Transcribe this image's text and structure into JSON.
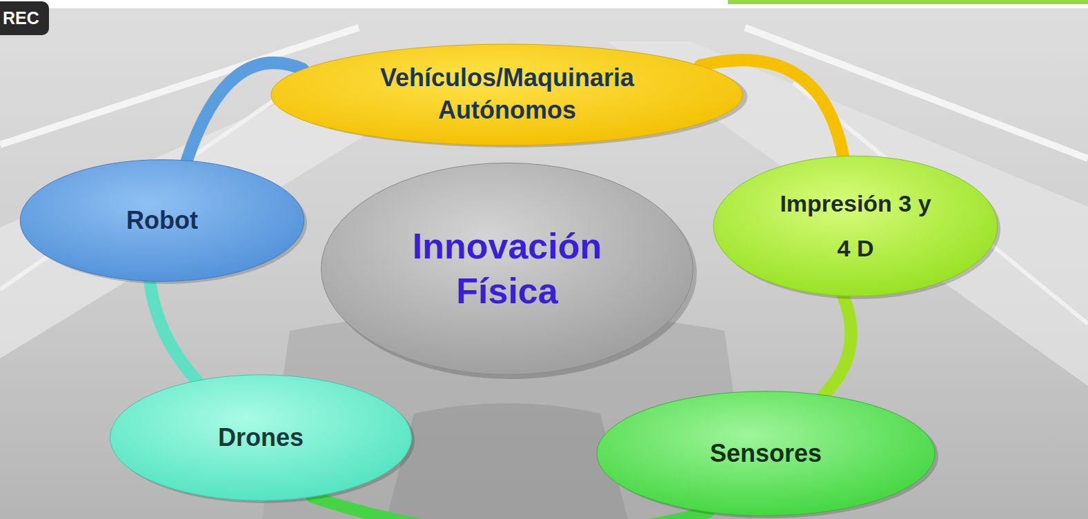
{
  "diagram": {
    "nodes": [
      {
        "text": [
          "Vehículos/Maquinaria Autónomos"
        ]
      },
      {
        "text": [
          "Robot"
        ]
      },
      {
        "text": [
          "Innovación Física"
        ]
      },
      {
        "text": [
          "Impresión 3 y 4 D"
        ]
      },
      {
        "text": [
          "Drones"
        ]
      },
      {
        "text": [
          "Sensores"
        ]
      }
    ],
    "edges": [
      {
        "from": 1,
        "to": 0,
        "arrow": "none"
      },
      {
        "from": 0,
        "to": 3,
        "arrow": "none"
      },
      {
        "from": 3,
        "to": 5,
        "arrow": "none"
      },
      {
        "from": 1,
        "to": 4,
        "arrow": "none"
      },
      {
        "from": 4,
        "to": 5,
        "arrow": "none"
      }
    ],
    "labels": [
      "REC"
    ]
  }
}
